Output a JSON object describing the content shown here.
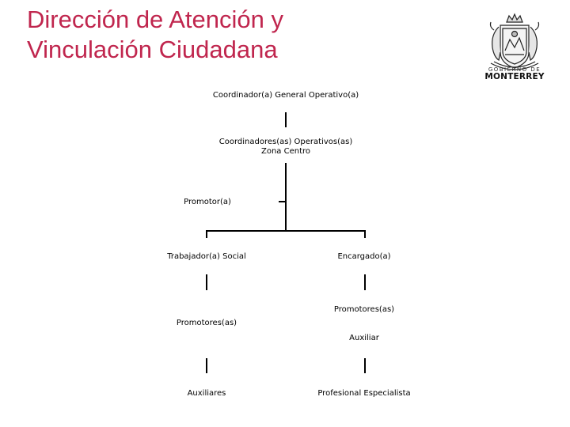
{
  "header": {
    "title_line1": "Dirección de Atención y",
    "title_line2": "Vinculación Ciudadana"
  },
  "logo": {
    "small_text": "GOBIERNO DE",
    "big_text": "MONTERREY",
    "icon": "coat-of-arms-icon"
  },
  "org_chart": {
    "coordinator_general": "Coordinador(a) General Operativo(a)",
    "coordinators_line1": "Coordinadores(as) Operativos(as)",
    "coordinators_line2": "Zona Centro",
    "promoter": "Promotor(a)",
    "social_worker": "Trabajador(a) Social",
    "in_charge": "Encargado(a)",
    "promoters_left": "Promotores(as)",
    "promoters_right": "Promotores(as)",
    "assistant": "Auxiliar",
    "assistants": "Auxiliares",
    "specialist": "Profesional Especialista"
  },
  "colors": {
    "title": "#c0264e",
    "lines": "#000000"
  }
}
